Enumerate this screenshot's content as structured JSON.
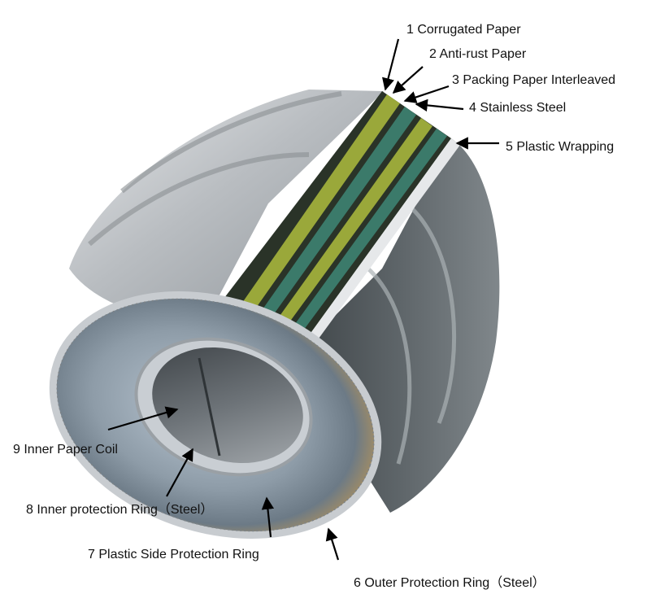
{
  "labels": {
    "l1": "1 Corrugated Paper",
    "l2": "2 Anti-rust Paper",
    "l3": "3 Packing Paper Interleaved",
    "l4": "4 Stainless Steel",
    "l5": "5 Plastic Wrapping",
    "l6": "6 Outer Protection Ring（Steel）",
    "l7": "7 Plastic Side Protection Ring",
    "l8": "8 Inner protection Ring（Steel）",
    "l9": "9 Inner Paper Coil"
  },
  "colors": {
    "steel_light": "#d6d9dc",
    "steel_mid": "#9fa5aa",
    "steel_dark": "#4d5357",
    "layer_green": "#9aa83a",
    "layer_teal": "#3b7a6a",
    "layer_dark": "#2a3328",
    "amber": "#d8a24a"
  }
}
